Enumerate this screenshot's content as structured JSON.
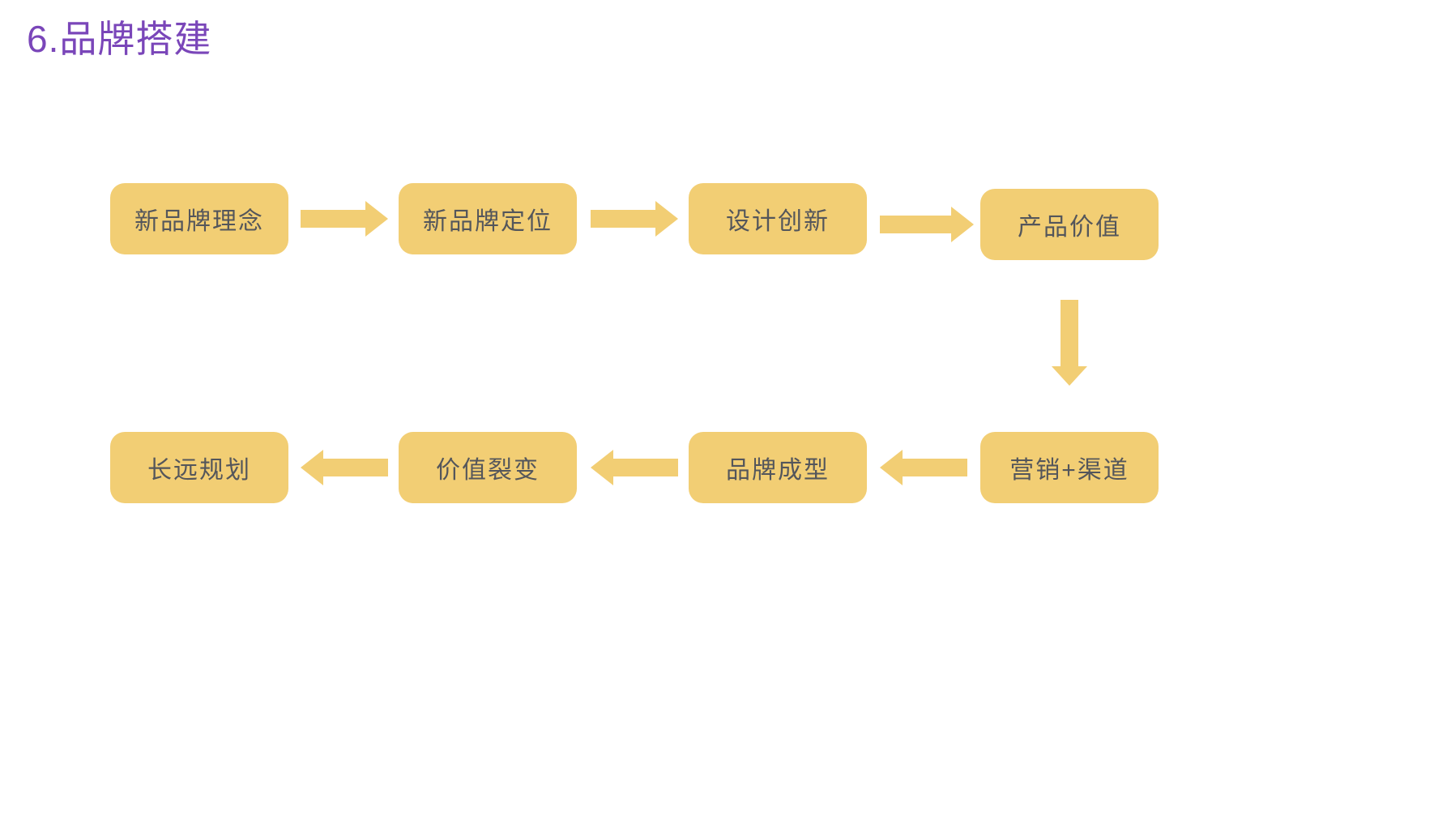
{
  "slide": {
    "title": "6.品牌搭建"
  },
  "colors": {
    "node_fill": "#F2CE74",
    "arrow_fill": "#F2CE74",
    "title_text": "#7A46B9",
    "node_text": "#54565B",
    "background": "#FFFFFF"
  },
  "flowchart": {
    "top_row": [
      {
        "id": "new-brand-concept",
        "label": "新品牌理念"
      },
      {
        "id": "new-brand-positioning",
        "label": "新品牌定位"
      },
      {
        "id": "design-innovation",
        "label": "设计创新"
      },
      {
        "id": "product-value",
        "label": "产品价值"
      }
    ],
    "bottom_row": [
      {
        "id": "long-term-planning",
        "label": "长远规划"
      },
      {
        "id": "value-fission",
        "label": "价值裂变"
      },
      {
        "id": "brand-formation",
        "label": "品牌成型"
      },
      {
        "id": "marketing-channels",
        "label": "营销+渠道"
      }
    ],
    "flow_sequence": [
      "新品牌理念",
      "新品牌定位",
      "设计创新",
      "产品价值",
      "营销+渠道",
      "品牌成型",
      "价值裂变",
      "长远规划"
    ]
  }
}
